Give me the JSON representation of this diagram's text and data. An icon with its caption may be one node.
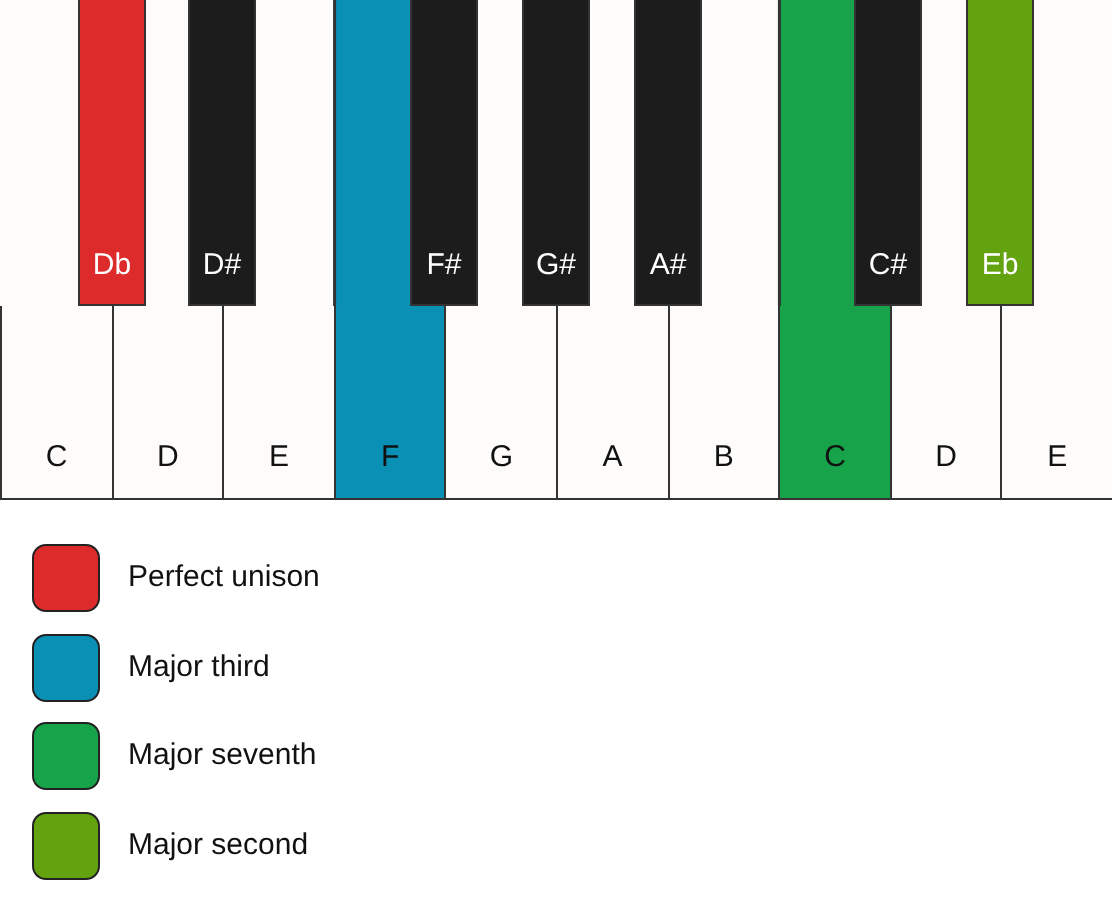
{
  "diagram": {
    "nodes": [
      {
        "text": [
          "C"
        ]
      },
      {
        "text": [
          "D"
        ]
      },
      {
        "text": [
          "E"
        ]
      },
      {
        "text": [
          "F"
        ]
      },
      {
        "text": [
          "G"
        ]
      },
      {
        "text": [
          "A"
        ]
      },
      {
        "text": [
          "B"
        ]
      },
      {
        "text": [
          "C"
        ]
      },
      {
        "text": [
          "D"
        ]
      },
      {
        "text": [
          "E"
        ]
      },
      {
        "text": [
          "Db"
        ]
      },
      {
        "text": [
          "D#"
        ]
      },
      {
        "text": [
          "F#"
        ]
      },
      {
        "text": [
          "G#"
        ]
      },
      {
        "text": [
          "A#"
        ]
      },
      {
        "text": [
          "C#"
        ]
      },
      {
        "text": [
          "Eb"
        ]
      }
    ],
    "legend": [
      {
        "text": "Perfect unison",
        "color": "#dd2a2a"
      },
      {
        "text": "Major third",
        "color": "#0a8fb5"
      },
      {
        "text": "Major seventh",
        "color": "#17a34a"
      },
      {
        "text": "Major second",
        "color": "#63a30f"
      }
    ]
  }
}
